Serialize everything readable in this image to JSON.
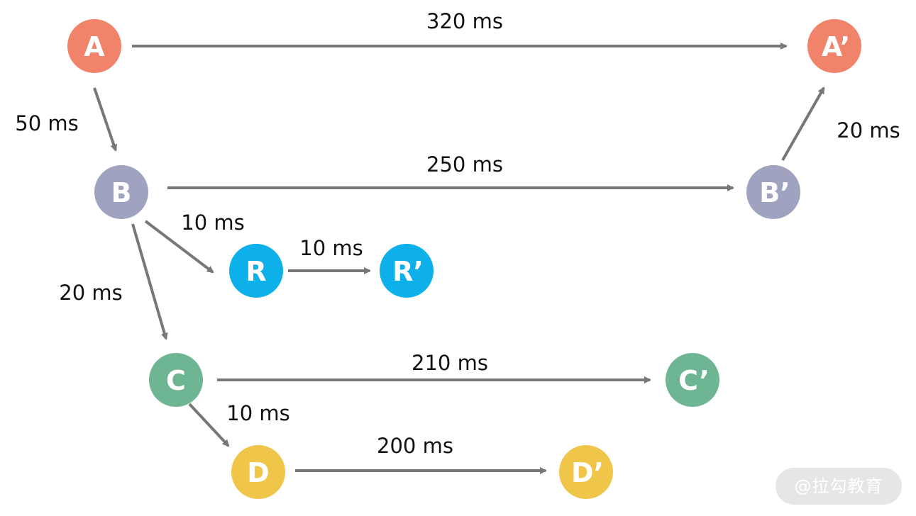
{
  "colors": {
    "edge": "#777777",
    "A": "#f0836a",
    "B": "#9fa3c0",
    "R": "#0eb0ea",
    "C": "#6eb594",
    "D": "#f0c64a"
  },
  "nodes": {
    "A": "A",
    "A_prime": "A’",
    "B": "B",
    "B_prime": "B’",
    "R": "R",
    "R_prime": "R’",
    "C": "C",
    "C_prime": "C’",
    "D": "D",
    "D_prime": "D’"
  },
  "edges": {
    "A_to_A_prime": "320 ms",
    "A_to_B": "50 ms",
    "B_prime_to_A_prime": "20 ms",
    "B_to_B_prime": "250 ms",
    "B_to_R": "10 ms",
    "R_to_R_prime": "10 ms",
    "B_to_C": "20 ms",
    "C_to_C_prime": "210 ms",
    "C_to_D": "10 ms",
    "D_to_D_prime": "200 ms"
  },
  "watermark": "@拉勾教育"
}
